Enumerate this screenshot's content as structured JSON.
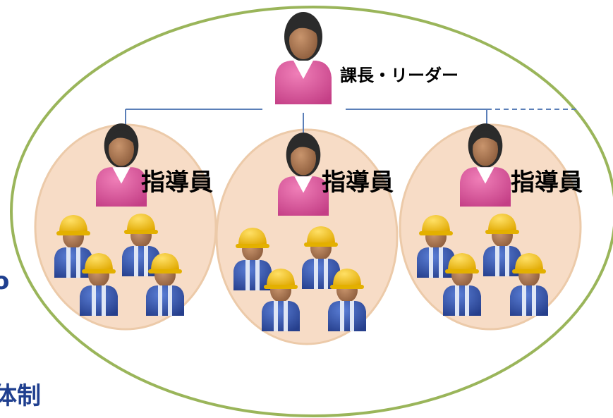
{
  "diagram": {
    "leader_label": "課長・リーダー",
    "instructor_label": "指導員",
    "edge_fragment_mid": "o",
    "edge_fragment_bottom": "体制",
    "colors": {
      "outer_ellipse": "#9ab55a",
      "group_fill": "#f7dcc6",
      "group_stroke": "#eccaa9",
      "org_line": "#5b7fb8",
      "leader_shirt": "#d9589a",
      "hardhat": "#f2c200",
      "overalls": "#3552a8",
      "edge_text": "#1f3f8f"
    },
    "groups": [
      {
        "instructor": "指導員",
        "workers": 4
      },
      {
        "instructor": "指導員",
        "workers": 4
      },
      {
        "instructor": "指導員",
        "workers": 4
      }
    ]
  }
}
